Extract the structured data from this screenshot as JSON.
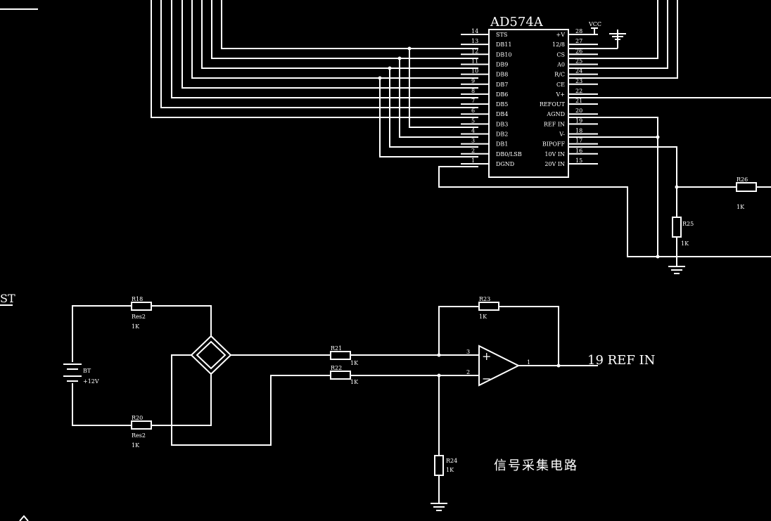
{
  "chip": {
    "name": "AD574A",
    "left_pins": [
      {
        "num": "14",
        "name": "STS"
      },
      {
        "num": "13",
        "name": "DB11"
      },
      {
        "num": "12",
        "name": "DB10"
      },
      {
        "num": "11",
        "name": "DB9"
      },
      {
        "num": "10",
        "name": "DB8"
      },
      {
        "num": "9",
        "name": "DB7"
      },
      {
        "num": "8",
        "name": "DB6"
      },
      {
        "num": "7",
        "name": "DB5"
      },
      {
        "num": "6",
        "name": "DB4"
      },
      {
        "num": "5",
        "name": "DB3"
      },
      {
        "num": "4",
        "name": "DB2"
      },
      {
        "num": "3",
        "name": "DB1"
      },
      {
        "num": "2",
        "name": "DB0/LSB"
      },
      {
        "num": "1",
        "name": "DGND"
      }
    ],
    "right_pins": [
      {
        "num": "28",
        "name": "+V"
      },
      {
        "num": "27",
        "name": "12/8"
      },
      {
        "num": "26",
        "name": "CS"
      },
      {
        "num": "25",
        "name": "A0"
      },
      {
        "num": "24",
        "name": "R/C"
      },
      {
        "num": "23",
        "name": "CE"
      },
      {
        "num": "22",
        "name": "V+"
      },
      {
        "num": "21",
        "name": "REFOUT"
      },
      {
        "num": "20",
        "name": "AGND"
      },
      {
        "num": "19",
        "name": "REF IN"
      },
      {
        "num": "18",
        "name": "V-"
      },
      {
        "num": "17",
        "name": "BIPOFF"
      },
      {
        "num": "16",
        "name": "10V IN"
      },
      {
        "num": "15",
        "name": "20V IN"
      }
    ]
  },
  "power": {
    "vcc": "VCC"
  },
  "resistors": {
    "r18": {
      "ref": "R18",
      "type": "Res2",
      "value": "1K"
    },
    "r20": {
      "ref": "R20",
      "type": "Res2",
      "value": "1K"
    },
    "r21": {
      "ref": "R21",
      "value": "1K"
    },
    "r22": {
      "ref": "R22",
      "value": "1K"
    },
    "r23": {
      "ref": "R23",
      "value": "1K"
    },
    "r24": {
      "ref": "R24",
      "value": "1K"
    },
    "r25": {
      "ref": "R25",
      "value": "1K"
    },
    "r26": {
      "ref": "R26",
      "value": "1K"
    }
  },
  "battery": {
    "ref": "BT",
    "value": "+12V"
  },
  "opamp": {
    "in_plus": "3",
    "in_minus": "2",
    "out": "1",
    "plus_sign": "+",
    "minus_sign": "−"
  },
  "labels": {
    "ref_in": "19 REF IN",
    "caption": "信号采集电路",
    "edge_st": "ST"
  }
}
